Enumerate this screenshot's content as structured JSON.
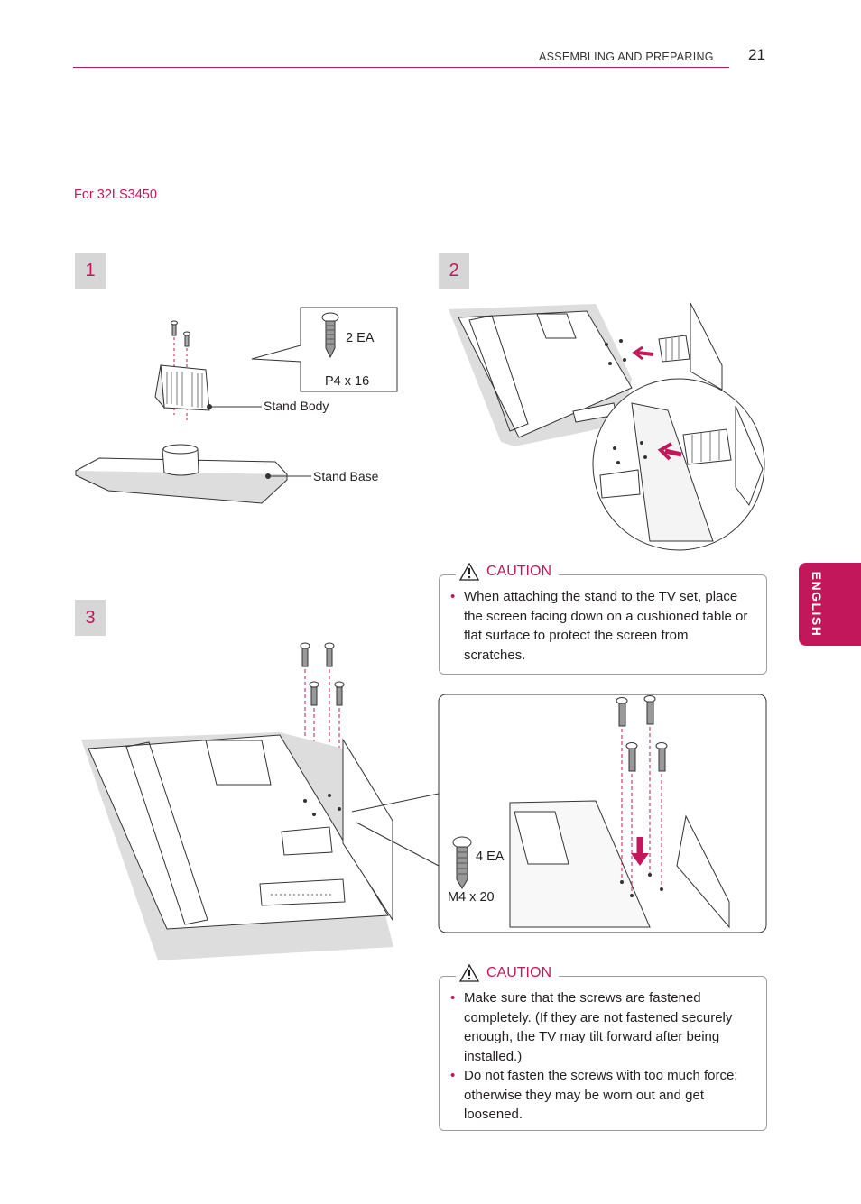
{
  "header": {
    "section_title": "ASSEMBLING AND PREPARING",
    "page_number": "21"
  },
  "model_note": "For 32LS3450",
  "language_tab": "ENGLISH",
  "steps": [
    {
      "number": "1",
      "screw_qty": "2 EA",
      "screw_spec": "P4 x 16",
      "label_body": "Stand Body",
      "label_base": "Stand Base"
    },
    {
      "number": "2"
    },
    {
      "number": "3",
      "screw_qty": "4 EA",
      "screw_spec": "M4 x 20"
    }
  ],
  "caution_1": {
    "title": "CAUTION",
    "items": [
      "When attaching the stand to the TV set, place the screen facing down on a cushioned table or flat surface to protect the screen from scratches."
    ]
  },
  "caution_2": {
    "title": "CAUTION",
    "items": [
      "Make sure that the screws are fastened completely. (If they are not fastened securely enough, the TV may tilt forward after being installed.)",
      "Do not fasten the screws with too much force; otherwise they may be worn out and get loosened."
    ]
  },
  "colors": {
    "accent": "#c2185b",
    "step_box": "#d6d6d6"
  }
}
